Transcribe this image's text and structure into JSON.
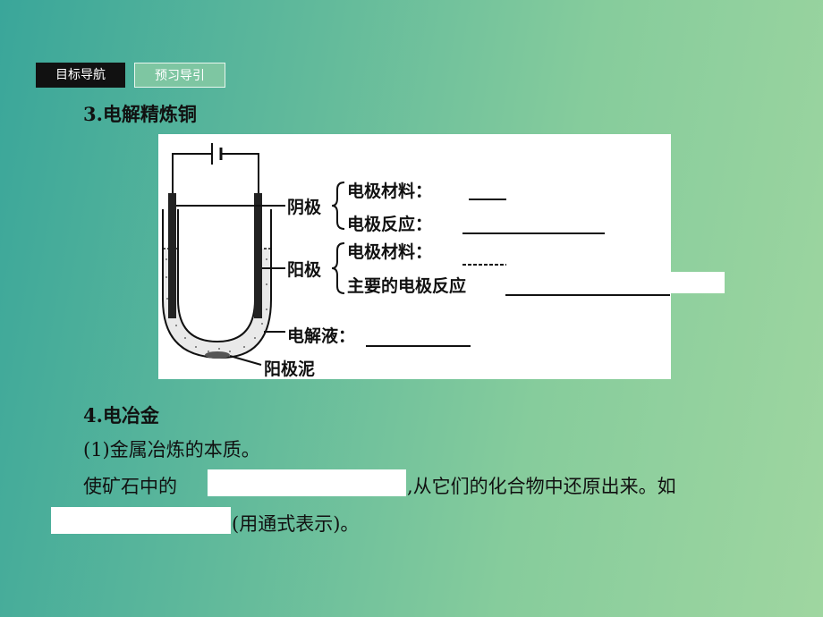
{
  "tabs": {
    "nav": "目标导航",
    "preview": "预习导引"
  },
  "section3": {
    "title": "3.电解精炼铜",
    "diagram": {
      "cathode": "阴极",
      "cathode_material": "电极材料：",
      "cathode_reaction": "电极反应：",
      "anode": "阳极",
      "anode_material": "电极材料：",
      "anode_reaction": "主要的电极反应",
      "electrolyte": "电解液：",
      "anode_mud": "阳极泥"
    }
  },
  "section4": {
    "title": "4.电冶金",
    "item1": "(1)金属冶炼的本质。",
    "line1_prefix": "使矿石中的",
    "line1_suffix": ",从它们的化合物中还原出来。如",
    "line2_suffix": "(用通式表示)。"
  }
}
